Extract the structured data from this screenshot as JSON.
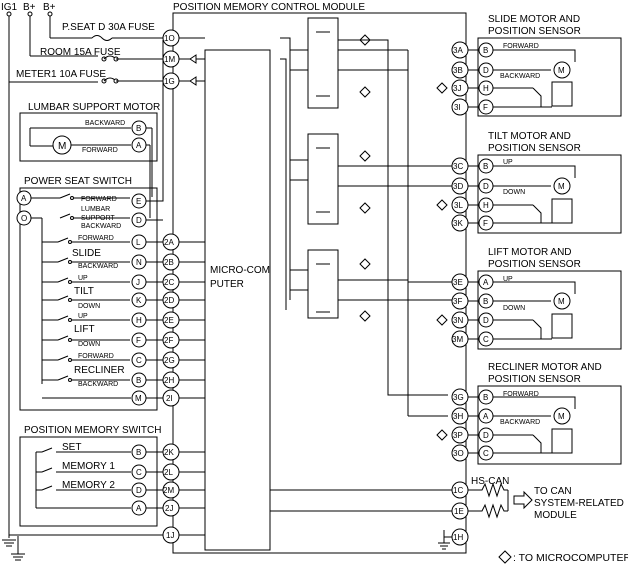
{
  "diagram": {
    "module_title": "POSITION MEMORY CONTROL MODULE",
    "microcomputer": [
      "MICRO-COM",
      "PUTER"
    ],
    "supplies": {
      "ig1": "IG1",
      "bplus1": "B+",
      "bplus2": "B+",
      "fuse_pseat": "P.SEAT D 30A FUSE",
      "fuse_room": "ROOM 15A FUSE",
      "fuse_meter": "METER1 10A FUSE"
    },
    "lumbar_motor": {
      "title": "LUMBAR SUPPORT MOTOR",
      "backward": "BACKWARD",
      "forward": "FORWARD",
      "pins": [
        "B",
        "A"
      ]
    },
    "power_seat_switch": {
      "title": "POWER SEAT SWITCH",
      "left_pins": [
        "A",
        "O"
      ],
      "lumbar": {
        "forward": "FORWARD",
        "lumbar": "LUMBAR",
        "support": "SUPPORT",
        "backward": "BACKWARD"
      },
      "right_pins": [
        "E",
        "D",
        "L",
        "N",
        "J",
        "K",
        "H",
        "F",
        "C",
        "B",
        "M"
      ],
      "slide": {
        "forward": "FORWARD",
        "name": "SLIDE",
        "backward": "BACKWARD"
      },
      "tilt": {
        "up": "UP",
        "name": "TILT",
        "down": "DOWN"
      },
      "lift": {
        "up": "UP",
        "name": "LIFT",
        "down": "DOWN"
      },
      "recliner": {
        "forward": "FORWARD",
        "name": "RECLINER",
        "backward": "BACKWARD"
      }
    },
    "memory_switch": {
      "title": "POSITION MEMORY SWITCH",
      "set": "SET",
      "memory1": "MEMORY 1",
      "memory2": "MEMORY 2",
      "pins": [
        "B",
        "C",
        "D",
        "A"
      ]
    },
    "module_left_pins": [
      "1O",
      "1M",
      "1G",
      "2A",
      "2B",
      "2C",
      "2D",
      "2E",
      "2F",
      "2G",
      "2H",
      "2I",
      "2K",
      "2L",
      "2M",
      "2J",
      "1J"
    ],
    "module_right_pins": [
      "3A",
      "3B",
      "3J",
      "3I",
      "3C",
      "3D",
      "3L",
      "3K",
      "3E",
      "3F",
      "3N",
      "3M",
      "3G",
      "3H",
      "3P",
      "3O",
      "1C",
      "1E",
      "1H"
    ],
    "slide_motor": {
      "title": [
        "SLIDE MOTOR AND",
        "POSITION SENSOR"
      ],
      "dir1": "FORWARD",
      "dir2": "BACKWARD",
      "pins": [
        "B",
        "D",
        "H",
        "F"
      ]
    },
    "tilt_motor": {
      "title": [
        "TILT MOTOR AND",
        "POSITION SENSOR"
      ],
      "dir1": "UP",
      "dir2": "DOWN",
      "pins": [
        "B",
        "D",
        "H",
        "F"
      ]
    },
    "lift_motor": {
      "title": [
        "LIFT MOTOR AND",
        "POSITION SENSOR"
      ],
      "dir1": "UP",
      "dir2": "DOWN",
      "pins": [
        "A",
        "B",
        "D",
        "C"
      ]
    },
    "recliner_motor": {
      "title": [
        "RECLINER MOTOR AND",
        "POSITION SENSOR"
      ],
      "dir1": "FORWARD",
      "dir2": "BACKWARD",
      "pins": [
        "B",
        "A",
        "D",
        "C"
      ]
    },
    "can": {
      "hs_can": "HS-CAN",
      "to_can": [
        "TO CAN",
        "SYSTEM-RELATED",
        "MODULE"
      ]
    },
    "motor_symbol": "M",
    "micro_legend": ": TO MICROCOMPUTER"
  }
}
